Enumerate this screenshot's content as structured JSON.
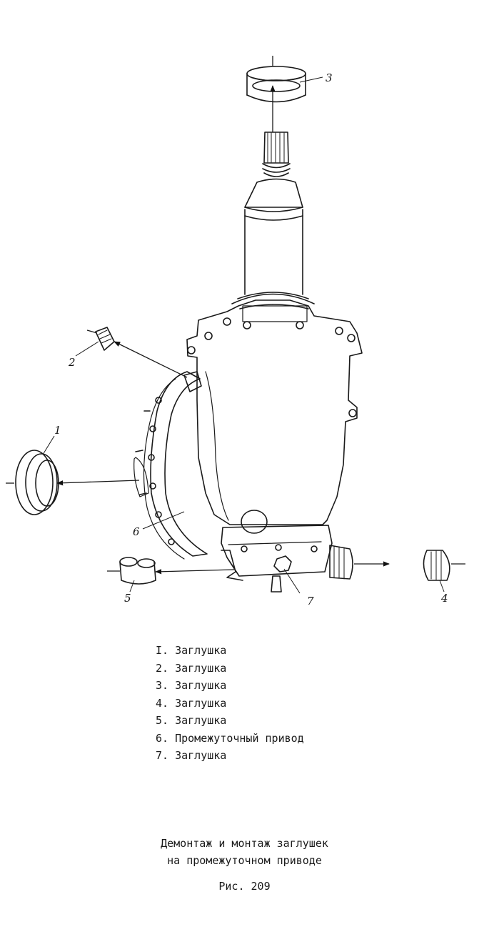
{
  "callouts": {
    "c1": "1",
    "c2": "2",
    "c3": "3",
    "c4": "4",
    "c5": "5",
    "c6": "6",
    "c7": "7"
  },
  "legend": [
    {
      "number": "I.",
      "text": "Заглушка"
    },
    {
      "number": "2.",
      "text": "Заглушка"
    },
    {
      "number": "3.",
      "text": "Заглушка"
    },
    {
      "number": "4.",
      "text": "Заглушка"
    },
    {
      "number": "5.",
      "text": "Заглушка"
    },
    {
      "number": "6.",
      "text": "Промежуточный привод"
    },
    {
      "number": "7.",
      "text": "Заглушка"
    }
  ],
  "caption": {
    "line1": "Демонтаж и монтаж заглушек",
    "line2": "на промежуточном приводе",
    "figure": "Рис. 209"
  }
}
